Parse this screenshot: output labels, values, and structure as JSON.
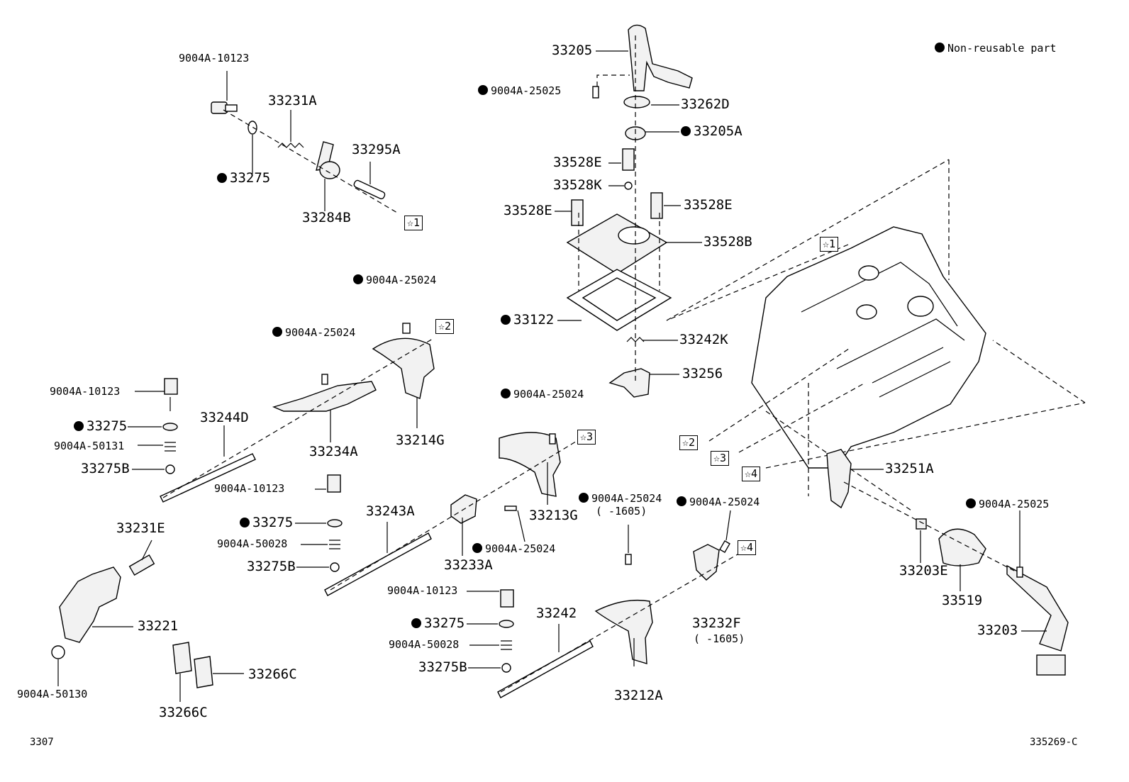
{
  "legend": {
    "text": "Non-reusable part",
    "marker": "filled-circle"
  },
  "footer": {
    "left": "3307",
    "right": "335269-C"
  },
  "labels": {
    "l_9004A_10123_top": "9004A-10123",
    "l_33231A": "33231A",
    "l_33275_top": "33275",
    "l_33295A": "33295A",
    "l_33284B": "33284B",
    "l_33205": "33205",
    "l_9004A_25025_top": "9004A-25025",
    "l_33262D": "33262D",
    "l_33205A": "33205A",
    "l_33528E_a": "33528E",
    "l_33528K": "33528K",
    "l_33528E_b": "33528E",
    "l_33528E_c": "33528E",
    "l_33528B": "33528B",
    "l_33122": "33122",
    "l_33242K": "33242K",
    "l_33256": "33256",
    "l_9004A_25024_a": "9004A-25024",
    "l_9004A_25024_b": "9004A-25024",
    "l_9004A_10123_mid": "9004A-10123",
    "l_33275_mid": "33275",
    "l_9004A_50131": "9004A-50131",
    "l_33275B_a": "33275B",
    "l_33244D": "33244D",
    "l_33234A": "33234A",
    "l_33214G": "33214G",
    "l_9004A_25024_c": "9004A-25024",
    "l_33213G": "33213G",
    "l_9004A_10123_c": "9004A-10123",
    "l_33275_c": "33275",
    "l_9004A_50028_a": "9004A-50028",
    "l_33275B_b": "33275B",
    "l_33243A": "33243A",
    "l_9004A_25024_d": "9004A-25024",
    "l_33233A": "33233A",
    "l_9004A_25024_e": "9004A-25024",
    "l_1605_a": "(      -1605)",
    "l_9004A_25024_f": "9004A-25024",
    "l_33231E": "33231E",
    "l_33221": "33221",
    "l_9004A_50130": "9004A-50130",
    "l_33266C_a": "33266C",
    "l_33266C_b": "33266C",
    "l_9004A_10123_d": "9004A-10123",
    "l_33275_d": "33275",
    "l_9004A_50028_b": "9004A-50028",
    "l_33275B_c": "33275B",
    "l_33242": "33242",
    "l_33212A": "33212A",
    "l_33232F": "33232F",
    "l_1605_b": "(      -1605)",
    "l_33251A": "33251A",
    "l_9004A_25025_r": "9004A-25025",
    "l_33203E": "33203E",
    "l_33519": "33519",
    "l_33203": "33203"
  },
  "refs": {
    "r1a": "☆1",
    "r1b": "☆1",
    "r2a": "☆2",
    "r2b": "☆2",
    "r3a": "☆3",
    "r3b": "☆3",
    "r4a": "☆4",
    "r4b": "☆4"
  }
}
